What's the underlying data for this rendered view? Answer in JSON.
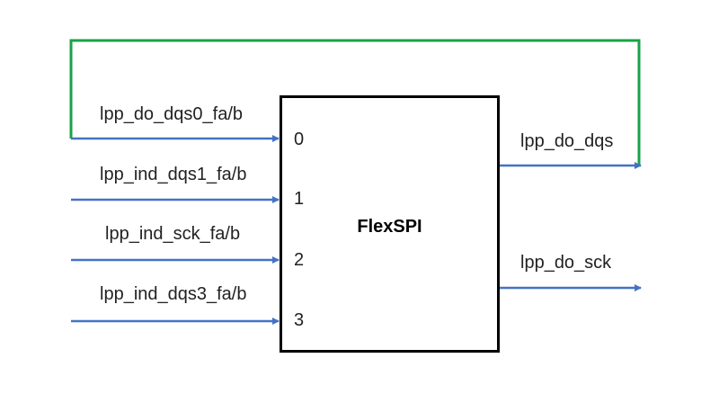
{
  "block": {
    "title": "FlexSPI"
  },
  "inputs": [
    {
      "signal": "lpp_do_dqs0_fa/b",
      "port": "0"
    },
    {
      "signal": "lpp_ind_dqs1_fa/b",
      "port": "1"
    },
    {
      "signal": "lpp_ind_sck_fa/b",
      "port": "2"
    },
    {
      "signal": "lpp_ind_dqs3_fa/b",
      "port": "3"
    }
  ],
  "outputs": [
    {
      "signal": "lpp_do_dqs"
    },
    {
      "signal": "lpp_do_sck"
    }
  ],
  "colors": {
    "signal_wire": "#4472c4",
    "feedback_wire": "#1aa24a",
    "block_border": "#000000"
  }
}
